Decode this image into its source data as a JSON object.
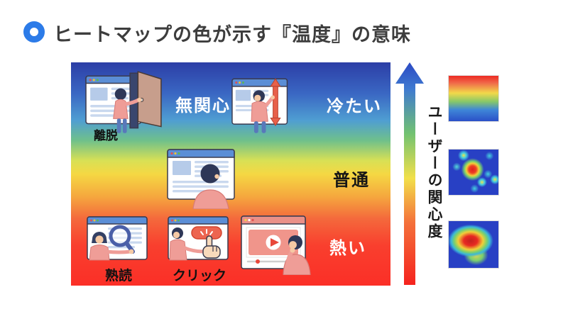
{
  "header": {
    "title": "ヒートマップの色が示す『温度』の意味",
    "accent_color": "#2c7be8"
  },
  "panel": {
    "temperature_labels": {
      "indifferent": "無関心",
      "cold": "冷たい",
      "normal": "普通",
      "hot": "熱い"
    },
    "behavior_labels": {
      "exit": "離脱",
      "deep_read": "熟読",
      "click": "クリック"
    },
    "illustrations": [
      "exit-through-door",
      "scrolling-past",
      "reading-page",
      "deep-read-magnifier",
      "click-button",
      "watching-video"
    ],
    "gradient_top_to_bottom": [
      "#2c3ea6",
      "#3a67c3",
      "#4f9ed2",
      "#6fc08b",
      "#f5d843",
      "#f5a83e",
      "#f4693c",
      "#fb2f27"
    ]
  },
  "axis": {
    "label": "ユーザーの関心度",
    "direction": "up",
    "gradient_bottom_to_top": [
      "#f5231e",
      "#f4703a",
      "#f2e04a",
      "#72c271",
      "#3f7ad0",
      "#2b49c4"
    ]
  },
  "thumbnails": [
    {
      "name": "scroll-heatmap-legend",
      "type": "vertical-gradient"
    },
    {
      "name": "click-heatmap",
      "type": "scatter-blobs"
    },
    {
      "name": "attention-heatmap",
      "type": "single-blob"
    }
  ]
}
